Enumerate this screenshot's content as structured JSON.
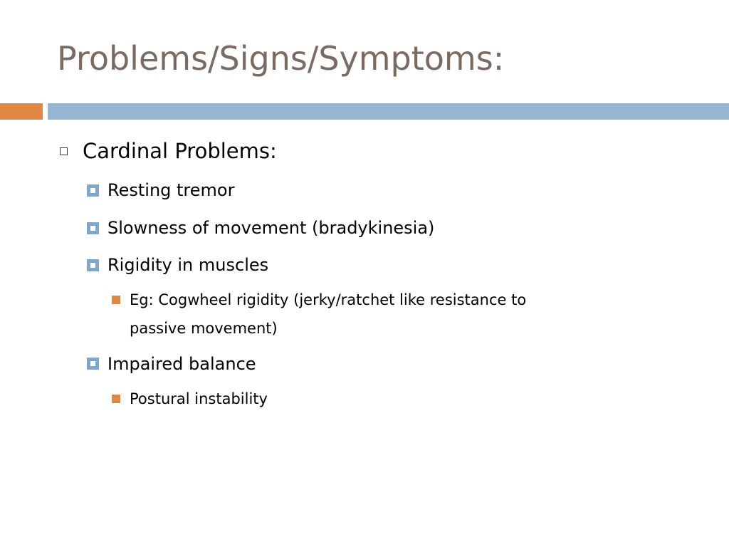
{
  "slide": {
    "title": "Problems/Signs/Symptoms:",
    "accent_colors": {
      "title_text": "#7a6a60",
      "orange_bar": "#e08844",
      "blue_bar": "#94b6d2",
      "level2_bullet": "#7fa7c9",
      "level3_bullet": "#e08844"
    },
    "bullets": {
      "cardinal": "Cardinal Problems:",
      "resting_tremor": "Resting tremor",
      "slowness": "Slowness of movement (bradykinesia)",
      "rigidity": "Rigidity in muscles",
      "cogwheel_line1": "Eg: Cogwheel rigidity (jerky/ratchet like resistance to",
      "cogwheel_line2": "passive movement)",
      "balance": "Impaired balance",
      "postural": "Postural instability"
    },
    "icons": {
      "level1": "hollow-square-bullet-icon",
      "level2": "blue-square-bullet-icon",
      "level3": "orange-square-bullet-icon"
    }
  }
}
